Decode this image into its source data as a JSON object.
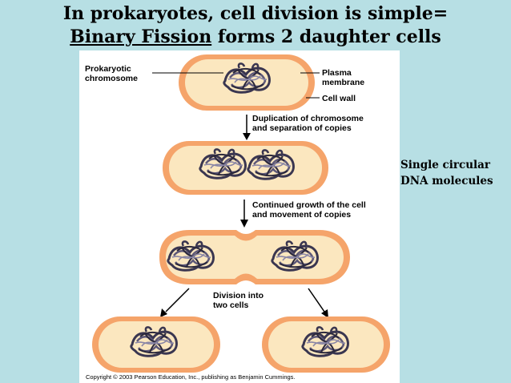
{
  "slide": {
    "title_line1": "In prokaryotes, cell division is simple=",
    "title_line2_emph": "Binary Fission",
    "title_line2_rest": " forms 2 daughter cells",
    "side_note_line1": "Single circular",
    "side_note_line2": "DNA molecules"
  },
  "figure": {
    "label_chrom_1": "Prokaryotic",
    "label_chrom_2": "chromosome",
    "label_plasma_1": "Plasma",
    "label_plasma_2": "membrane",
    "label_wall": "Cell wall",
    "step1_1": "Duplication of chromosome",
    "step1_2": "and separation of copies",
    "step2_1": "Continued growth of the cell",
    "step2_2": "and movement of copies",
    "step3_1": "Division into",
    "step3_2": "two cells",
    "copyright": "Copyright © 2003 Pearson Education, Inc., publishing as Benjamin Cummings."
  },
  "colors": {
    "background": "#b7dfe4",
    "cell_wall": "#f5a46a",
    "cytoplasm": "#fbe7bf",
    "dna": "#3a3650"
  }
}
